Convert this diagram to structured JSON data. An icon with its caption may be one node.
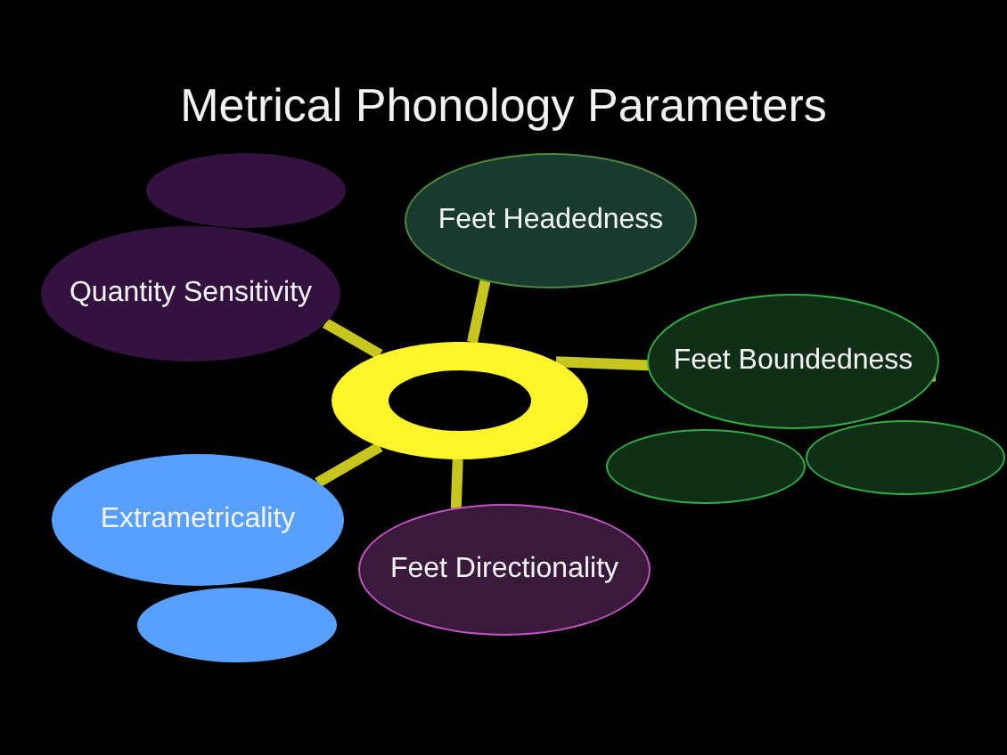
{
  "diagram": {
    "title": "Metrical Phonology Parameters",
    "nodes": [
      {
        "text": [],
        "shape": "ellipse"
      },
      {
        "text": [
          "Feet Headedness"
        ]
      },
      {
        "text": [
          "Quantity Sensitivity"
        ]
      },
      {
        "text": [
          "Feet Boundedness"
        ]
      },
      {
        "text": [],
        "shape": "ring"
      },
      {
        "text": [],
        "shape": "ellipse"
      },
      {
        "text": [],
        "shape": "ellipse"
      },
      {
        "text": [
          "Extrametricality"
        ]
      },
      {
        "text": [
          "Feet Directionality"
        ]
      },
      {
        "text": [],
        "shape": "ellipse"
      }
    ],
    "edges": [
      {
        "from": 4,
        "to": 1,
        "arrow": "none"
      },
      {
        "from": 4,
        "to": 3,
        "arrow": "none"
      },
      {
        "from": 4,
        "to": 2,
        "arrow": "none"
      },
      {
        "from": 4,
        "to": 7,
        "arrow": "none"
      },
      {
        "from": 4,
        "to": 8,
        "arrow": "none"
      }
    ]
  }
}
